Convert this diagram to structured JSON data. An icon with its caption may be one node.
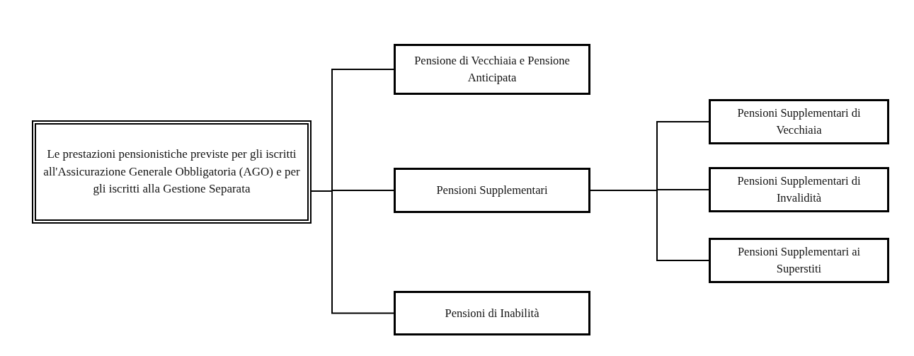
{
  "diagram": {
    "nodes": [
      {
        "text": [
          "Le prestazioni pensionistiche previste per gli iscritti all'Assicurazione Generale Obbligatoria (AGO) e per gli iscritti alla Gestione Separata"
        ]
      },
      {
        "text": [
          "Pensione di Vecchiaia e Pensione Anticipata"
        ]
      },
      {
        "text": [
          "Pensioni Supplementari"
        ]
      },
      {
        "text": [
          "Pensioni di Inabilità"
        ]
      },
      {
        "text": [
          "Pensioni Supplementari di Vecchiaia"
        ]
      },
      {
        "text": [
          "Pensioni Supplementari di Invalidità"
        ]
      },
      {
        "text": [
          "Pensioni Supplementari ai Superstiti"
        ]
      }
    ],
    "edges": [
      {
        "from": 0,
        "to": 1,
        "arrow": "none"
      },
      {
        "from": 0,
        "to": 2,
        "arrow": "none"
      },
      {
        "from": 0,
        "to": 3,
        "arrow": "none"
      },
      {
        "from": 2,
        "to": 4,
        "arrow": "none"
      },
      {
        "from": 2,
        "to": 5,
        "arrow": "none"
      },
      {
        "from": 2,
        "to": 6,
        "arrow": "none"
      }
    ]
  }
}
